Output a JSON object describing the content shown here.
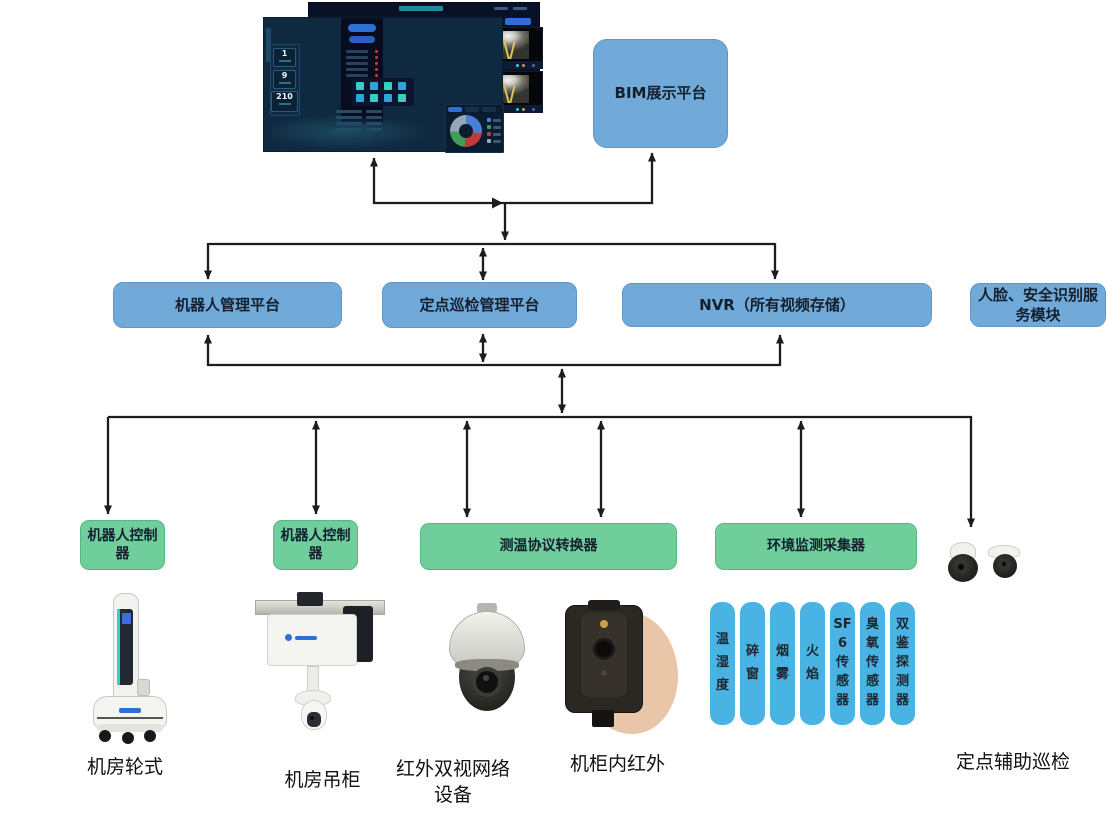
{
  "colors": {
    "platform_blue": "#71AAD9",
    "controller_green": "#6FCE9B",
    "sensor_cyan": "#49B3E3",
    "connector_line": "#1C1C1C"
  },
  "top": {
    "bim_label": "BIM展示平台",
    "dashboard_stats": [
      {
        "value": "1"
      },
      {
        "value": "9"
      },
      {
        "value": "210"
      }
    ]
  },
  "platforms": {
    "robot_mgmt": "机器人管理平台",
    "fixed_point_mgmt": "定点巡检管理平台",
    "nvr": "NVR（所有视频存储）",
    "face_security": "人脸、安全识别服务模块"
  },
  "controllers": {
    "robot_ctrl_1": "机器人控制器",
    "robot_ctrl_2": "机器人控制器",
    "temp_protocol": "测温协议转换器",
    "env_collector": "环境监测采集器"
  },
  "sensors": [
    {
      "lines": [
        "温",
        "湿",
        "度"
      ]
    },
    {
      "lines": [
        "碎",
        "窗"
      ]
    },
    {
      "lines": [
        "烟",
        "雾"
      ]
    },
    {
      "lines": [
        "火",
        "焰"
      ]
    },
    {
      "lines": [
        "SF",
        "6",
        "传",
        "感",
        "器"
      ]
    },
    {
      "lines": [
        "臭",
        "氧",
        "传",
        "感",
        "器"
      ]
    },
    {
      "lines": [
        "双",
        "鉴",
        "探",
        "测",
        "器"
      ]
    }
  ],
  "device_labels": {
    "wheeled": "机房轮式",
    "hanging": "机房吊柜",
    "ir_dual": "红外双视网络设备",
    "cabinet_ir": "机柜内红外",
    "fixed_aux": "定点辅助巡检"
  }
}
